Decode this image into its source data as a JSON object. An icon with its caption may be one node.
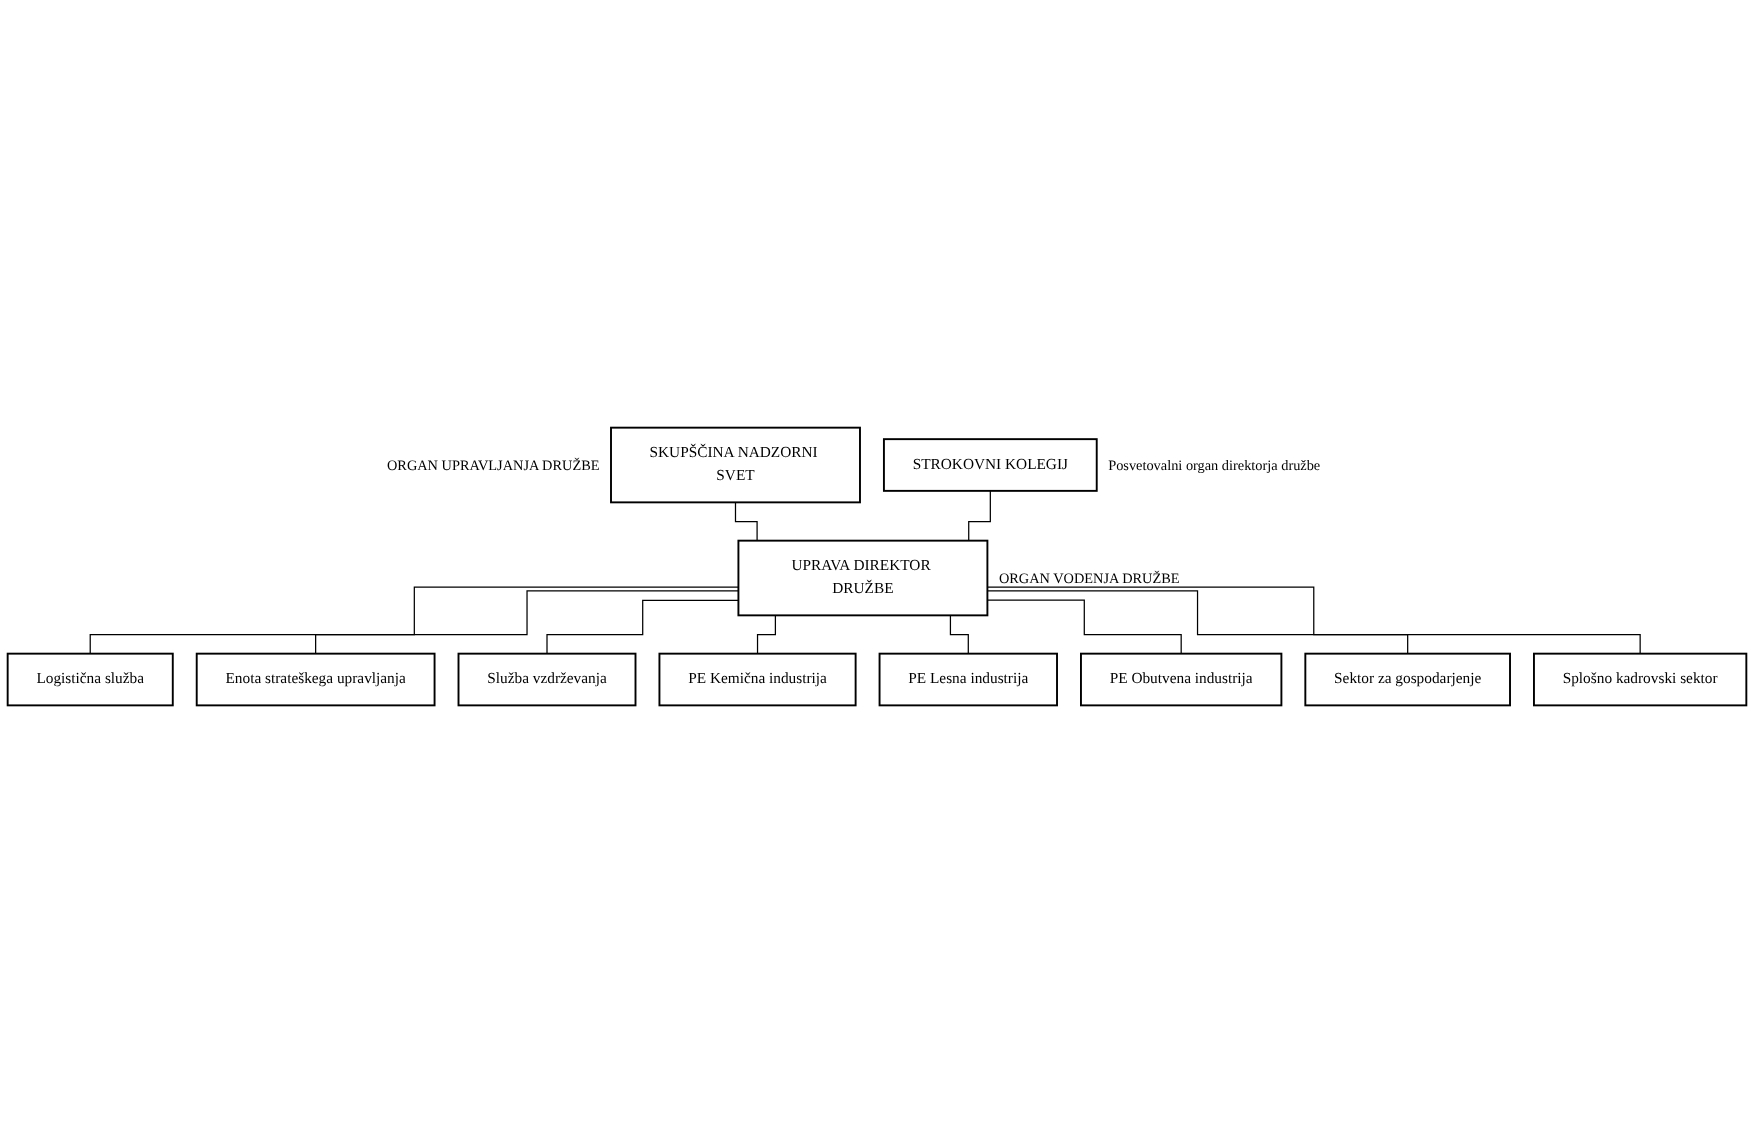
{
  "diagram": {
    "nodes": [
      {
        "text": [
          "SKUPŠČINA NADZORNI SVET"
        ],
        "beside": [
          "ORGAN UPRAVLJANJA DRUŽBE"
        ]
      },
      {
        "text": [
          "STROKOVNI KOLEGIJ"
        ],
        "beside": [
          "Posvetovalni organ direktorja družbe"
        ]
      },
      {
        "text": [
          "UPRAVA DIREKTOR DRUŽBE"
        ],
        "beside": [
          "ORGAN VODENJA DRUŽBE"
        ]
      },
      {
        "text": [
          "Logistična služba"
        ]
      },
      {
        "text": [
          "Enota strateškega upravljanja"
        ]
      },
      {
        "text": [
          "Služba vzdrževanja"
        ]
      },
      {
        "text": [
          "PE Kemična industrija"
        ]
      },
      {
        "text": [
          "PE Lesna industrija"
        ]
      },
      {
        "text": [
          "PE Obutvena industrija"
        ]
      },
      {
        "text": [
          "Sektor za gospodarjenje"
        ]
      },
      {
        "text": [
          "Splošno kadrovski sektor"
        ]
      }
    ],
    "edges": [
      {
        "from": 0,
        "to": 2,
        "arrow": "none"
      },
      {
        "from": 1,
        "to": 2,
        "arrow": "none"
      },
      {
        "from": 2,
        "to": 3,
        "arrow": "none"
      },
      {
        "from": 2,
        "to": 4,
        "arrow": "none"
      },
      {
        "from": 2,
        "to": 5,
        "arrow": "none"
      },
      {
        "from": 2,
        "to": 6,
        "arrow": "none"
      },
      {
        "from": 2,
        "to": 7,
        "arrow": "none"
      },
      {
        "from": 2,
        "to": 8,
        "arrow": "none"
      },
      {
        "from": 2,
        "to": 9,
        "arrow": "none"
      },
      {
        "from": 2,
        "to": 10,
        "arrow": "none"
      }
    ]
  }
}
